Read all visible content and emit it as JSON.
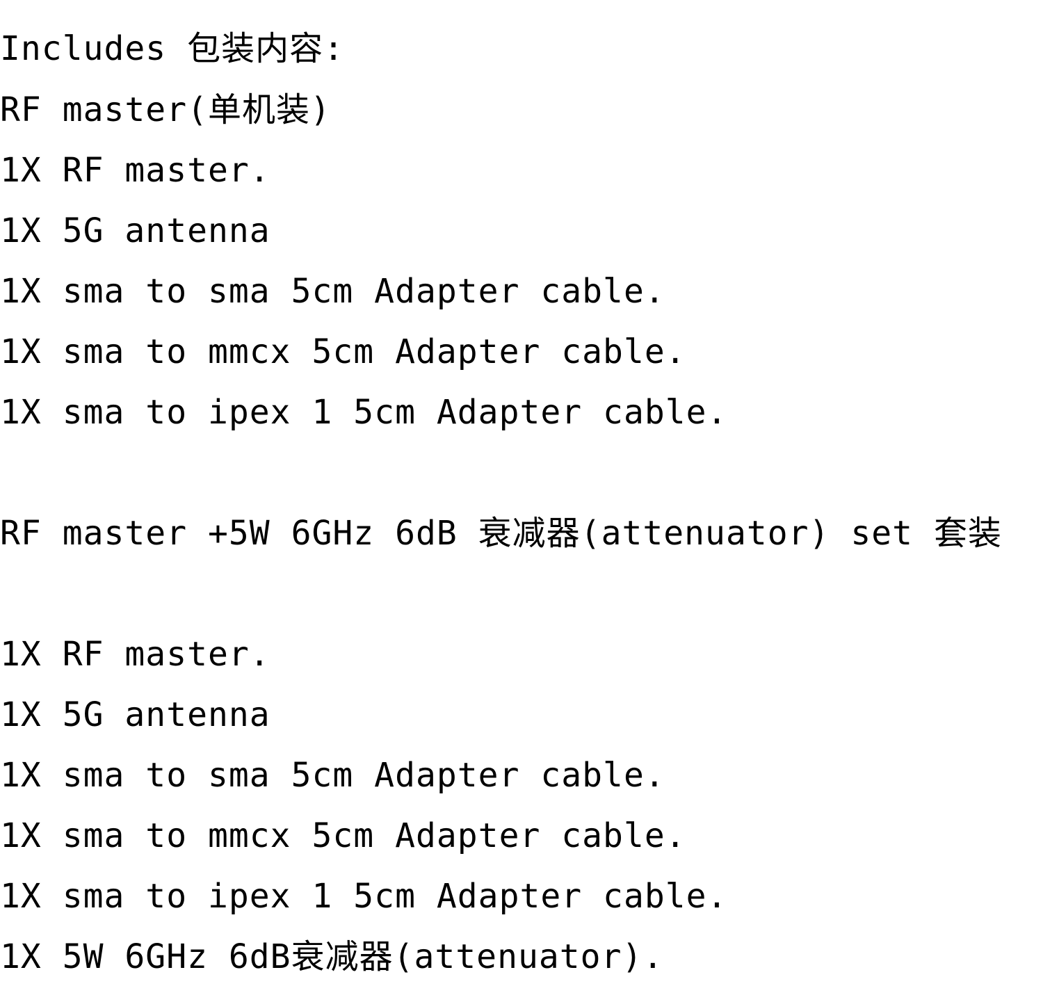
{
  "heading": "Includes 包装内容:",
  "single_set": {
    "title": "RF master(单机装)",
    "items": [
      "1X RF master.",
      "1X 5G antenna",
      "1X sma to sma 5cm Adapter cable.",
      "1X sma to mmcx 5cm Adapter cable.",
      "1X sma to ipex 1 5cm Adapter cable."
    ]
  },
  "attenuator_set": {
    "title": "RF master +5W 6GHz 6dB 衰减器(attenuator) set 套装",
    "items": [
      "1X RF master.",
      "1X 5G antenna",
      "1X sma to sma 5cm Adapter cable.",
      "1X sma to mmcx 5cm Adapter cable.",
      "1X sma to ipex 1 5cm Adapter cable.",
      "1X 5W 6GHz 6dB衰减器(attenuator)."
    ]
  },
  "colors": {
    "text": "#000000",
    "background": "#ffffff"
  }
}
